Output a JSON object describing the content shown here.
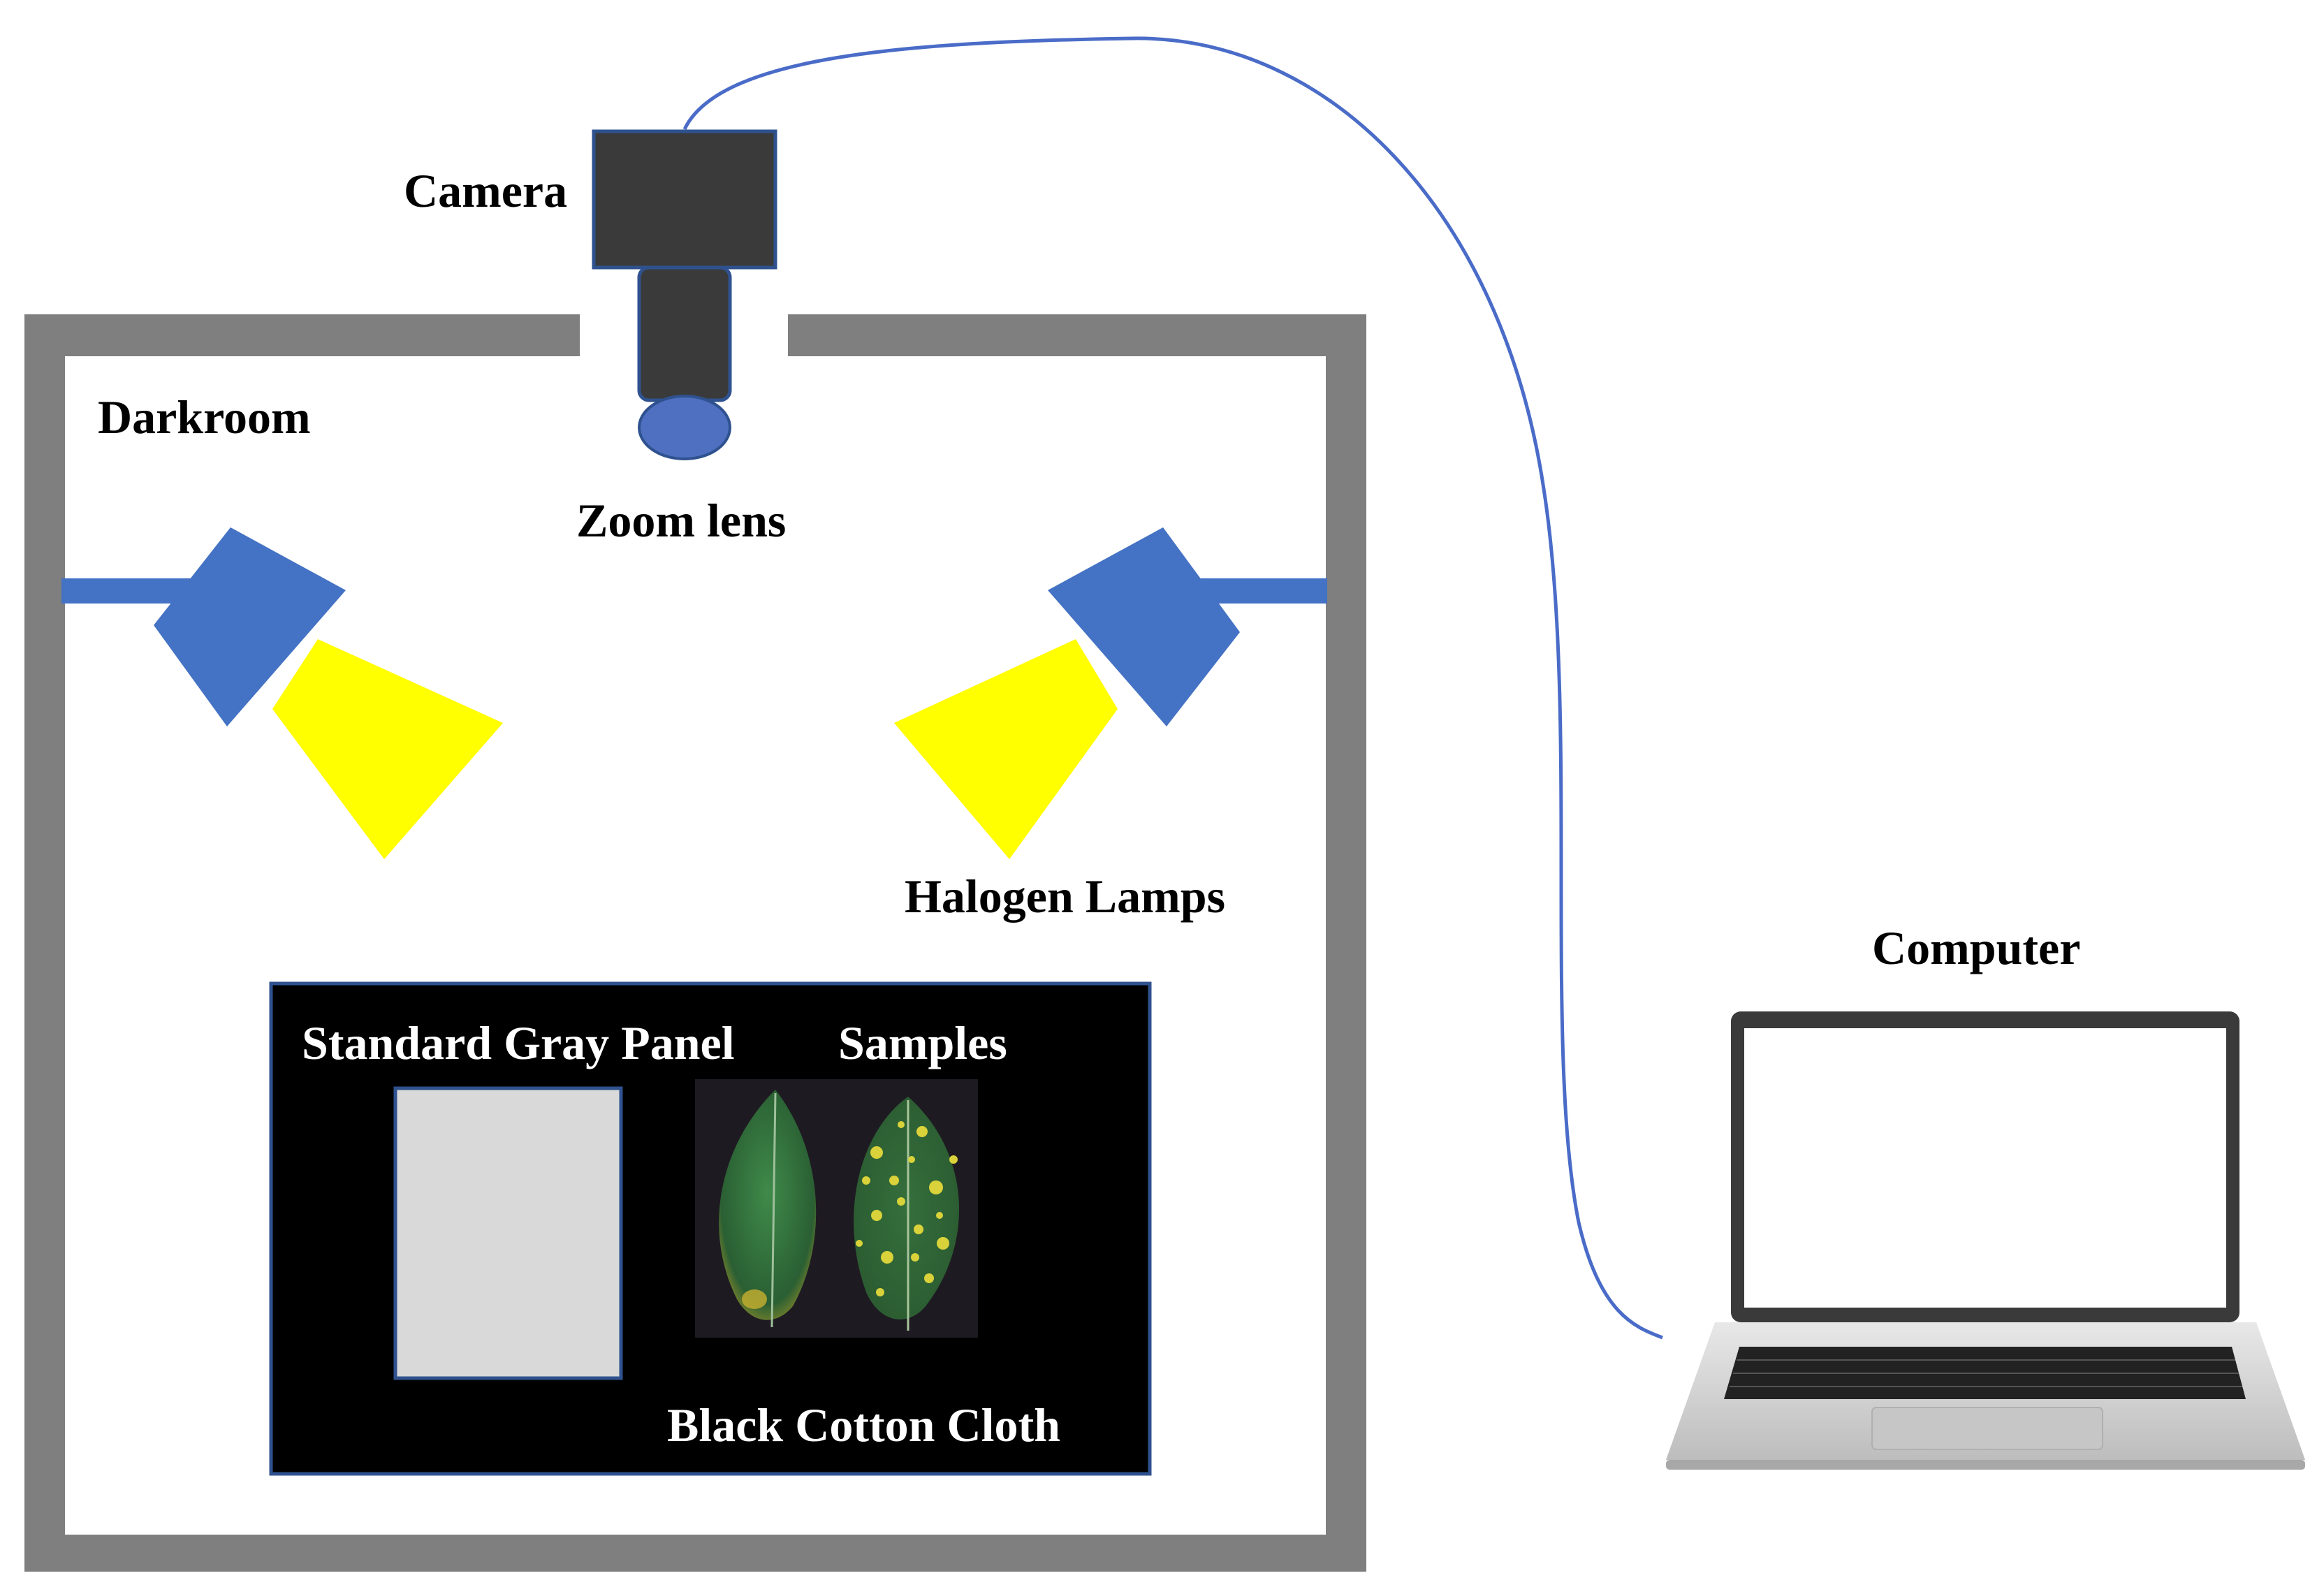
{
  "labels": {
    "camera": "Camera",
    "darkroom": "Darkroom",
    "zoom_lens": "Zoom lens",
    "halogen_lamps": "Halogen Lamps",
    "computer": "Computer",
    "standard_gray_panel": "Standard Gray Panel",
    "samples": "Samples",
    "black_cotton_cloth": "Black Cotton Cloth"
  },
  "colors": {
    "wall": "#7f7f7f",
    "camera_body": "#3a3a3a",
    "camera_outline": "#2f528f",
    "lens": "#4472c4",
    "cable": "#4a6cc8",
    "lamp": "#4472c4",
    "light_beam": "#ffff00",
    "cloth": "#000000",
    "gray_panel": "#d9d9d9",
    "leaf": "#2e6b3a",
    "leaf_spots": "#d9d23a",
    "laptop_frame": "#3a3a3a",
    "laptop_base": "#d4d4d4"
  }
}
